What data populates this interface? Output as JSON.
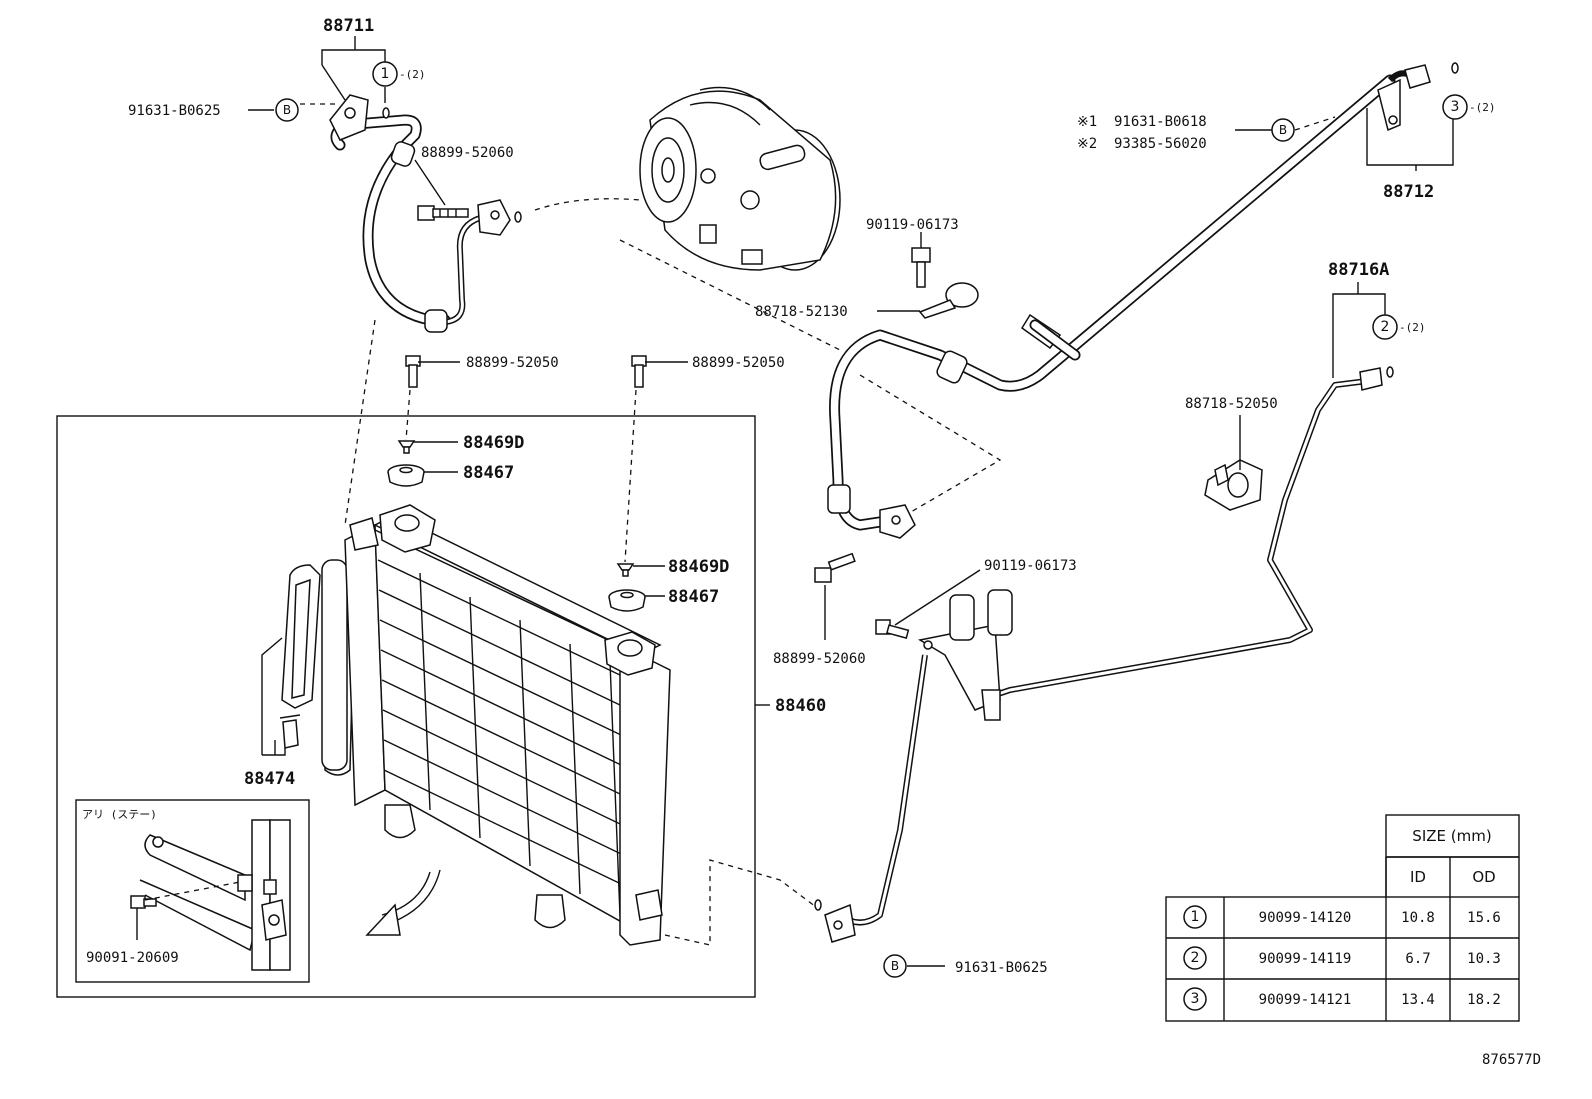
{
  "diagram_id": "876577D",
  "labels": {
    "p88711": "88711",
    "p91631_b0625_top": "91631-B0625",
    "p88899_52060_top": "88899-52060",
    "p88899_52050_left": "88899-52050",
    "p88899_52050_right": "88899-52050",
    "p88469d_left": "88469D",
    "p88467_left": "88467",
    "p88469d_right": "88469D",
    "p88467_right": "88467",
    "p88474": "88474",
    "p88460": "88460",
    "inset_title": "アリ (ステー)",
    "p90091_20609": "90091-20609",
    "p90119_06173_top": "90119-06173",
    "p88718_52130": "88718-52130",
    "p90119_06173_mid": "90119-06173",
    "p88899_52060_mid": "88899-52060",
    "p91631_b0625_bottom": "91631-B0625",
    "note1_mark": "※1",
    "note1_part": "91631-B0618",
    "note2_mark": "※2",
    "note2_part": "93385-56020",
    "p88712": "88712",
    "p88716a": "88716A",
    "p88718_52050": "88718-52050"
  },
  "callouts": {
    "ring1": "1",
    "ring1_qty": "-(2)",
    "ring2": "2",
    "ring2_qty": "-(2)",
    "ring3": "3",
    "ring3_qty": "-(2)",
    "b_mark": "B"
  },
  "size_table": {
    "header": "SIZE (mm)",
    "col_id": "ID",
    "col_od": "OD",
    "rows": [
      {
        "ref": "1",
        "part": "90099-14120",
        "id": "10.8",
        "od": "15.6"
      },
      {
        "ref": "2",
        "part": "90099-14119",
        "id": "6.7",
        "od": "10.3"
      },
      {
        "ref": "3",
        "part": "90099-14121",
        "id": "13.4",
        "od": "18.2"
      }
    ]
  }
}
